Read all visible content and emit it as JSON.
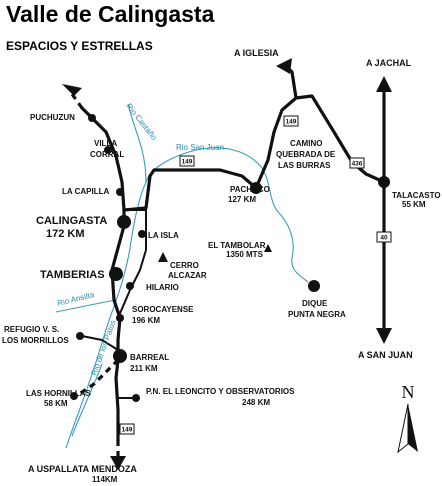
{
  "title": "Valle de Calingasta",
  "subtitle": "ESPACIOS Y ESTRELLAS",
  "towns": {
    "puchuzun": "PUCHUZUN",
    "villa_corral_1": "VILLA",
    "villa_corral_2": "CORRAL",
    "la_capilla": "LA CAPILLA",
    "calingasta_1": "CALINGASTA",
    "calingasta_2": "172 KM",
    "la_isla": "LA ISLA",
    "tamberias": "TAMBERIAS",
    "cerro_1": "CERRO",
    "cerro_2": "ALCAZAR",
    "hilario": "HILARIO",
    "sorocayense_1": "SOROCAYENSE",
    "sorocayense_2": "196 KM",
    "refugio_1": "REFUGIO V. S.",
    "refugio_2": "LOS MORRILLOS",
    "barreal_1": "BARREAL",
    "barreal_2": "211 KM",
    "las_hornillas_1": "LAS HORNILLAS",
    "las_hornillas_2": "58 KM",
    "leoncito_1": "P.N. EL LEONCITO Y OBSERVATORIOS",
    "leoncito_2": "248 KM",
    "pachaco_1": "PACHACO",
    "pachaco_2": "127 KM",
    "tambolar_1": "EL TAMBOLAR",
    "tambolar_2": "1350 MTS",
    "dique_1": "DIQUE",
    "dique_2": "PUNTA NEGRA",
    "camino_1": "CAMINO",
    "camino_2": "QUEBRADA DE",
    "camino_3": "LAS BURRAS",
    "talacasto_1": "TALACASTO",
    "talacasto_2": "55 KM"
  },
  "destinations": {
    "iglesia": "A IGLESIA",
    "jachal": "A JACHAL",
    "san_juan": "A SAN JUAN",
    "uspallata": "A USPALLATA MENDOZA",
    "uspallata_km": "114KM"
  },
  "rivers": {
    "castano": "Rio Castaño",
    "san_juan": "Rio San Juan",
    "ansilta": "Rio Ansilta",
    "patos": "Rio de los Patos"
  },
  "routes": {
    "r149_top": "149",
    "r149_ne": "149",
    "r436": "436",
    "r40": "40",
    "r149_bottom": "149"
  },
  "compass": {
    "north": "N"
  },
  "colors": {
    "river": "#3a9cc0",
    "road": "#111111"
  }
}
